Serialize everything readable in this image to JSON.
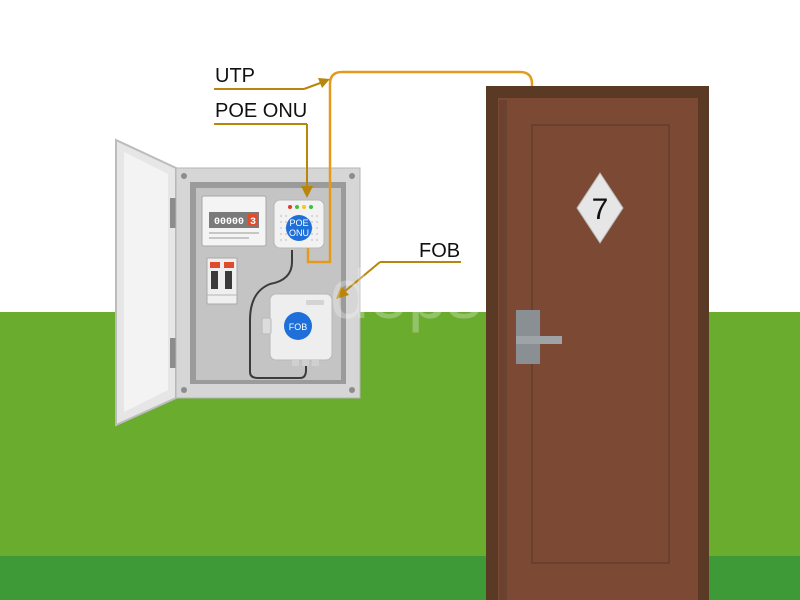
{
  "labels": {
    "utp": "UTP",
    "poe_onu": "POE ONU",
    "fob": "FOB"
  },
  "devices": {
    "onu_badge_line1": "POE",
    "onu_badge_line2": "ONU",
    "fob_badge": "FOB",
    "meter_digits": "00000",
    "meter_last_digit": "3"
  },
  "door": {
    "room_number": "7"
  },
  "watermark": "deps",
  "colors": {
    "cable_utp": "#e39a1d",
    "callout_line": "#b8860b",
    "badge_blue": "#1e6fd9",
    "door_frame": "#5a3a24",
    "door_leaf": "#7c4a34",
    "grass_light": "#6aac2e",
    "grass_dark": "#3d9a36",
    "cabinet_body": "#d6d6d6",
    "cabinet_interior": "#9b9b9b"
  }
}
